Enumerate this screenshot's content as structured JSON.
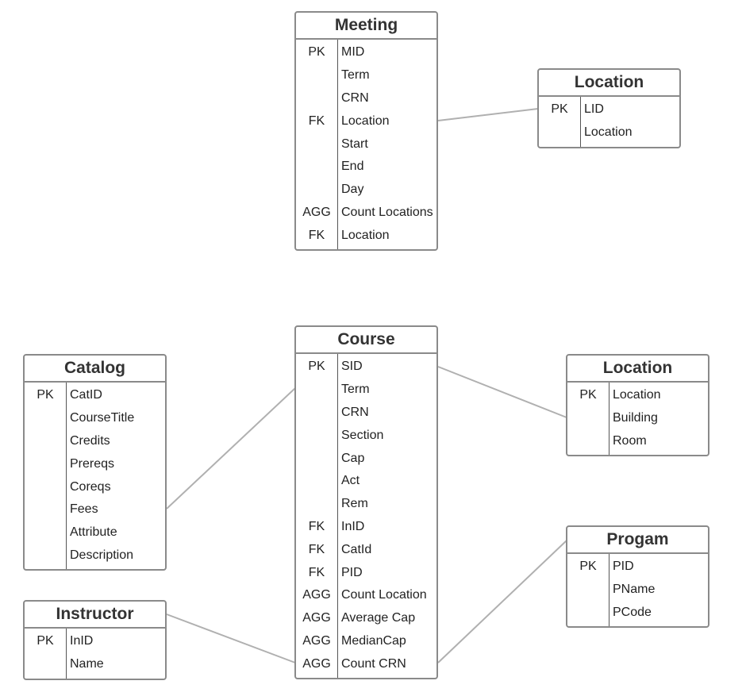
{
  "entities": {
    "meeting": {
      "title": "Meeting",
      "rows": [
        {
          "key": "PK",
          "field": "MID"
        },
        {
          "key": "",
          "field": "Term"
        },
        {
          "key": "",
          "field": "CRN"
        },
        {
          "key": "FK",
          "field": "Location"
        },
        {
          "key": "",
          "field": "Start"
        },
        {
          "key": "",
          "field": "End"
        },
        {
          "key": "",
          "field": "Day"
        },
        {
          "key": "AGG",
          "field": "Count Locations"
        },
        {
          "key": "FK",
          "field": "Location"
        }
      ]
    },
    "location_top": {
      "title": "Location",
      "rows": [
        {
          "key": "PK",
          "field": "LID"
        },
        {
          "key": "",
          "field": "Location"
        }
      ]
    },
    "course": {
      "title": "Course",
      "rows": [
        {
          "key": "PK",
          "field": "SID"
        },
        {
          "key": "",
          "field": "Term"
        },
        {
          "key": "",
          "field": "CRN"
        },
        {
          "key": "",
          "field": "Section"
        },
        {
          "key": "",
          "field": "Cap"
        },
        {
          "key": "",
          "field": "Act"
        },
        {
          "key": "",
          "field": "Rem"
        },
        {
          "key": "FK",
          "field": "InID"
        },
        {
          "key": "FK",
          "field": "CatId"
        },
        {
          "key": "FK",
          "field": "PID"
        },
        {
          "key": "AGG",
          "field": "Count Location"
        },
        {
          "key": "AGG",
          "field": "Average Cap"
        },
        {
          "key": "AGG",
          "field": "MedianCap"
        },
        {
          "key": "AGG",
          "field": "Count CRN"
        }
      ]
    },
    "catalog": {
      "title": "Catalog",
      "rows": [
        {
          "key": "PK",
          "field": "CatID"
        },
        {
          "key": "",
          "field": "CourseTitle"
        },
        {
          "key": "",
          "field": "Credits"
        },
        {
          "key": "",
          "field": "Prereqs"
        },
        {
          "key": "",
          "field": "Coreqs"
        },
        {
          "key": "",
          "field": "Fees"
        },
        {
          "key": "",
          "field": "Attribute"
        },
        {
          "key": "",
          "field": "Description"
        }
      ]
    },
    "location_right": {
      "title": "Location",
      "rows": [
        {
          "key": "PK",
          "field": "Location"
        },
        {
          "key": "",
          "field": "Building"
        },
        {
          "key": "",
          "field": "Room"
        }
      ]
    },
    "progam": {
      "title": "Progam",
      "rows": [
        {
          "key": "PK",
          "field": "PID"
        },
        {
          "key": "",
          "field": "PName"
        },
        {
          "key": "",
          "field": "PCode"
        }
      ]
    },
    "instructor": {
      "title": "Instructor",
      "rows": [
        {
          "key": "PK",
          "field": "InID"
        },
        {
          "key": "",
          "field": "Name"
        }
      ]
    }
  },
  "relationships": [
    {
      "from": "meeting",
      "to": "location_top"
    },
    {
      "from": "course",
      "to": "catalog"
    },
    {
      "from": "course",
      "to": "location_right"
    },
    {
      "from": "course",
      "to": "progam"
    },
    {
      "from": "course",
      "to": "instructor"
    }
  ],
  "colors": {
    "border": "#8a8a8a",
    "connector": "#b0b0b0",
    "text": "#222222"
  }
}
